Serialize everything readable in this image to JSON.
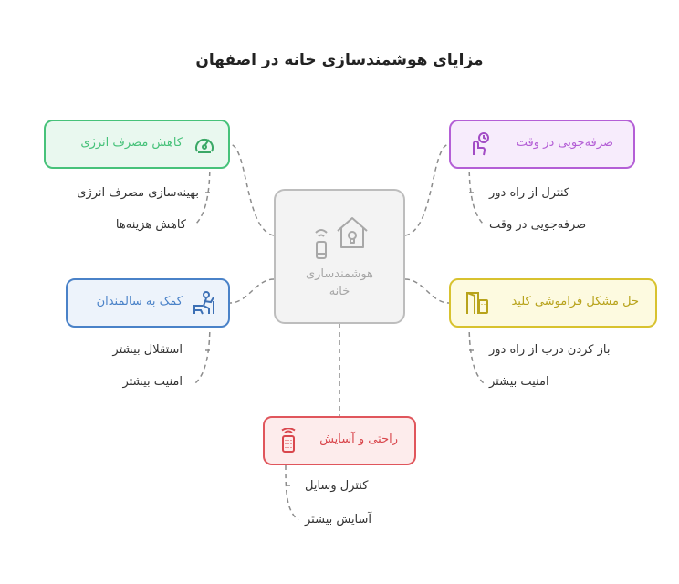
{
  "title": "مزایای هوشمندسازی خانه در اصفهان",
  "center": {
    "label_line1": "هوشمندسازی",
    "label_line2": "خانه"
  },
  "branches": {
    "energy": {
      "label": "کاهش مصرف انرژی",
      "color": "#47c27a",
      "fill": "#e9f8ef",
      "items": [
        "بهینه‌سازی مصرف انرژی",
        "کاهش هزینه‌ها"
      ]
    },
    "time": {
      "label": "صرفه‌جویی در وقت",
      "color": "#b45fd6",
      "fill": "#f7ecfc",
      "items": [
        "کنترل از راه دور",
        "صرفه‌جویی در وقت"
      ]
    },
    "elderly": {
      "label": "کمک به سالمندان",
      "color": "#4a82c8",
      "fill": "#edf3fb",
      "items": [
        "استقلال بیشتر",
        "امنیت بیشتر"
      ]
    },
    "keys": {
      "label": "حل مشکل فراموشی کلید",
      "color": "#d8c22f",
      "fill": "#fdfae0",
      "items": [
        "باز کردن درب از راه دور",
        "امنیت بیشتر"
      ]
    },
    "comfort": {
      "label": "راحتی و آسایش",
      "color": "#e0565c",
      "fill": "#fdecec",
      "items": [
        "کنترل وسایل",
        "آسایش بیشتر"
      ]
    }
  },
  "icons": {
    "center": "smart-home-icon",
    "energy": "gauge-icon",
    "time": "touch-clock-icon",
    "elderly": "elderly-person-icon",
    "keys": "door-keypad-icon",
    "comfort": "remote-control-icon"
  }
}
